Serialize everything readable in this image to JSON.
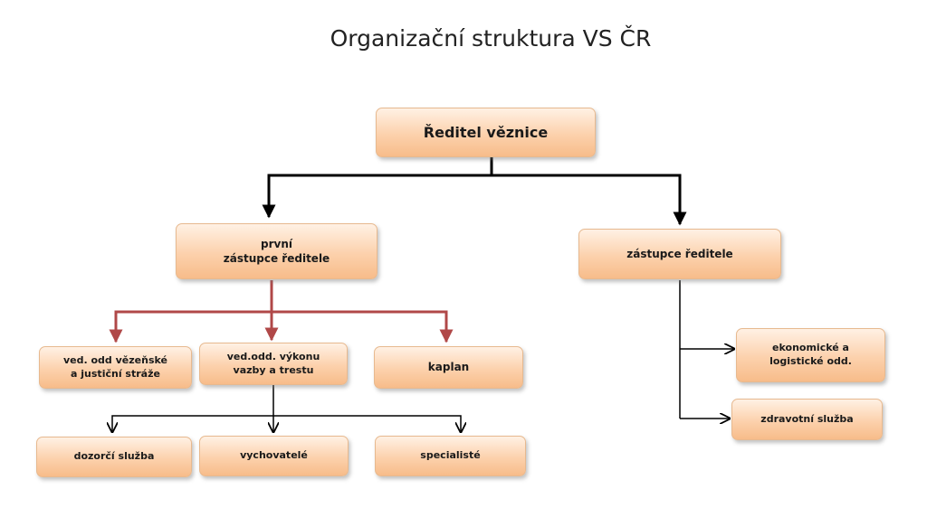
{
  "title": "Organizační struktura VS ČR",
  "colors": {
    "box_fill": "#fcd1ac",
    "box_border": "#e7b98f",
    "connector_black": "#000000",
    "connector_red": "#b04848"
  },
  "nodes": {
    "director": "Ředitel věznice",
    "first_deputy_line1": "první",
    "first_deputy_line2": "zástupce ředitele",
    "deputy": "zástupce ředitele",
    "dept_guard_line1": "ved. odd vězeňské",
    "dept_guard_line2": "a justiční stráže",
    "dept_custody_line1": "ved.odd. výkonu",
    "dept_custody_line2": "vazby a trestu",
    "chaplain": "kaplan",
    "supervision": "dozorčí služba",
    "educators": "vychovatelé",
    "specialists": "specialisté",
    "economic_line1": "ekonomické a",
    "economic_line2": "logistické odd.",
    "medical": "zdravotní služba"
  }
}
